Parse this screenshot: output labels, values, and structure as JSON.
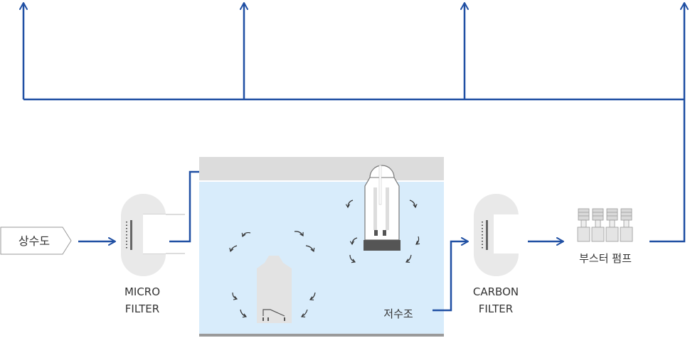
{
  "labels": {
    "inlet": "상수도",
    "micro_filter_line1": "MICRO",
    "micro_filter_line2": "FILTER",
    "reservoir": "저수조",
    "carbon_filter_line1": "CARBON",
    "carbon_filter_line2": "FILTER",
    "booster_pump": "부스터 펌프"
  },
  "colors": {
    "pipe": "#1f4fa3",
    "water": "#d8ecfb",
    "tank_top": "#dcdcdc",
    "filter_body": "#e9e9e9",
    "pump_body": "#e4e4e4",
    "swirl_arrow": "#333333"
  }
}
